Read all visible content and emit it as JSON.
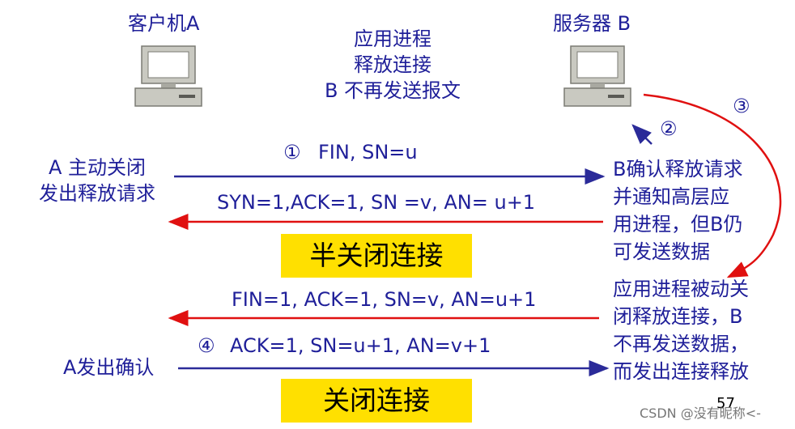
{
  "client": {
    "label": "客户机A"
  },
  "server": {
    "label": "服务器 B"
  },
  "center_note": [
    "应用进程",
    "释放连接",
    "B 不再发送报文"
  ],
  "markers": {
    "m1": "①",
    "m2": "②",
    "m3": "③",
    "m4": "④"
  },
  "left_notes": {
    "a_close": [
      "A 主动关闭",
      "发出释放请求"
    ],
    "a_ack": "A发出确认"
  },
  "right_notes": {
    "b_confirm": [
      "B确认释放请求",
      "并通知高层应",
      "用进程，但B仍",
      "可发送数据"
    ],
    "b_close": [
      "应用进程被动关",
      "闭释放连接，B",
      "不再发送数据，",
      "而发出连接释放"
    ]
  },
  "messages": {
    "fin": "FIN, SN=u",
    "syn_ack": "SYN=1,ACK=1, SN =v, AN= u+1",
    "fin_ack": "FIN=1, ACK=1, SN=v, AN=u+1",
    "final_ack": "ACK=1, SN=u+1, AN=v+1"
  },
  "highlights": {
    "half_close": "半关闭连接",
    "close": "关闭连接"
  },
  "page_number": "57",
  "watermark": "CSDN @没有昵称<-",
  "colors": {
    "text": "#1f1f99",
    "arrow_blue": "#2b2b99",
    "arrow_red": "#e01010",
    "highlight": "#ffe000"
  }
}
